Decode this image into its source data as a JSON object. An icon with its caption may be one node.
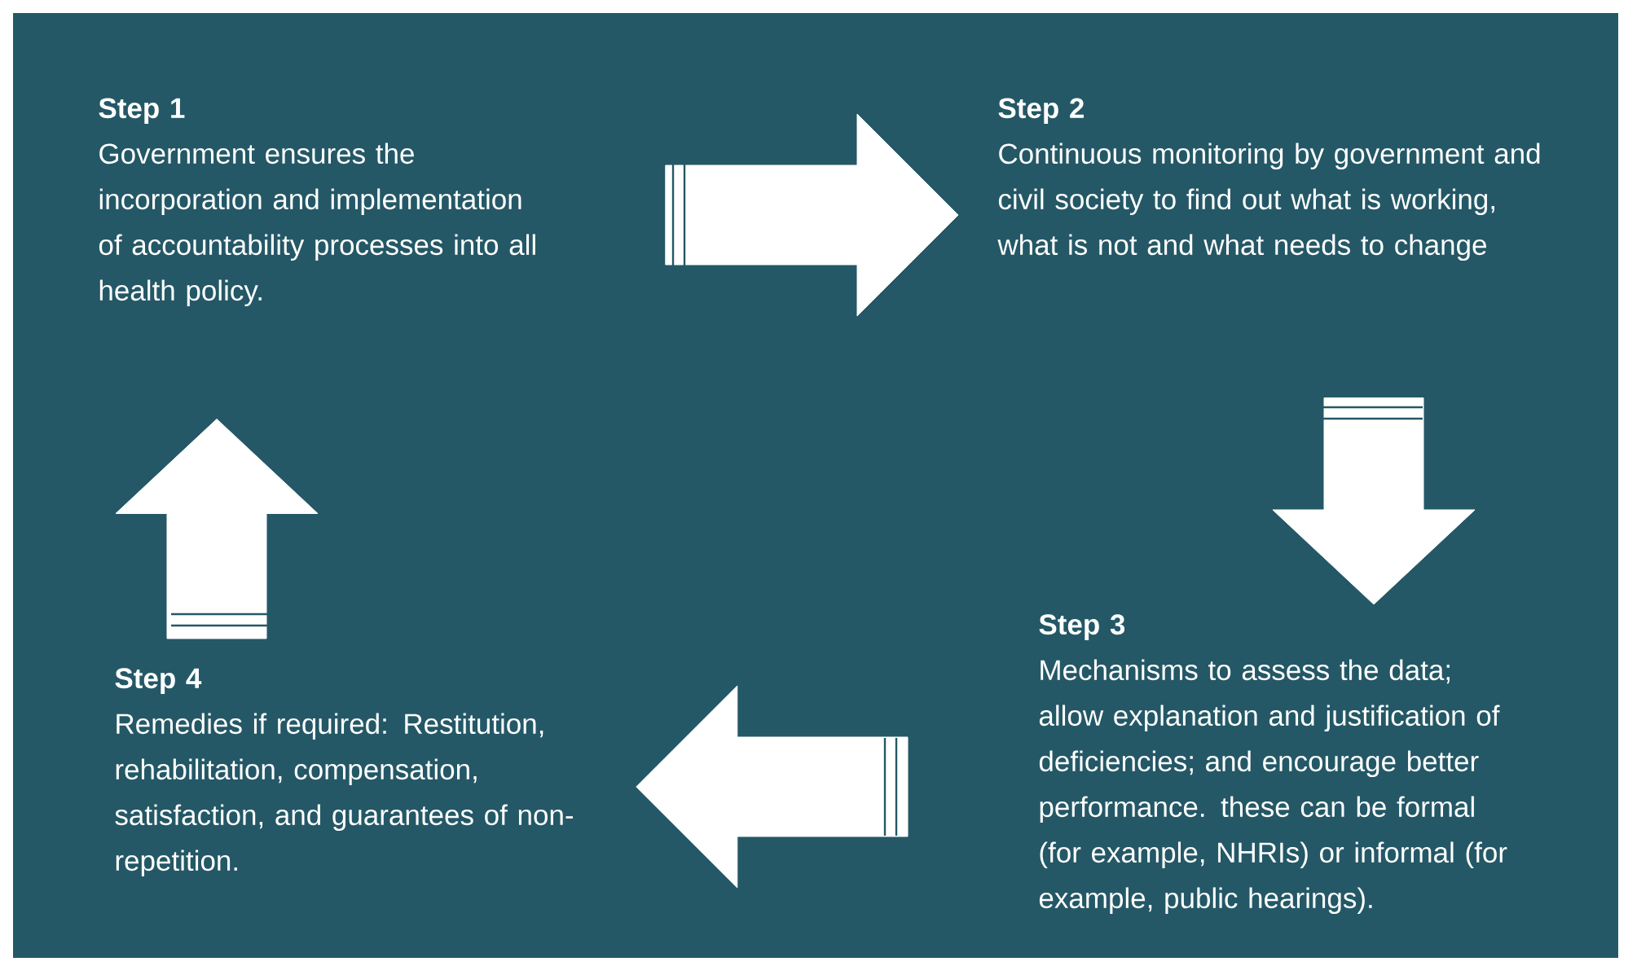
{
  "diagram": {
    "nodes": [
      {
        "text": [
          "Step 1",
          "Government ensures the incorporation and implementation of accountability processes into all health policy."
        ]
      },
      {
        "text": [
          "Step 2",
          "Continuous monitoring by government and civil society to find out what is working, what is not and what needs to change"
        ]
      },
      {
        "text": [
          "Step 3",
          "Mechanisms to assess the data; allow explanation and justification of deficiencies; and encourage better performance. these can be formal (for example, NHRIs) or informal (for example, public hearings)."
        ]
      },
      {
        "text": [
          "Step 4",
          "Remedies if required: Restitution, rehabilitation, compensation, satisfaction, and guarantees of non-repetition."
        ]
      }
    ],
    "edges": [
      {
        "from": 0,
        "to": 1,
        "arrow": "to"
      },
      {
        "from": 1,
        "to": 2,
        "arrow": "to"
      },
      {
        "from": 2,
        "to": 3,
        "arrow": "to"
      },
      {
        "from": 3,
        "to": 0,
        "arrow": "to"
      }
    ]
  }
}
